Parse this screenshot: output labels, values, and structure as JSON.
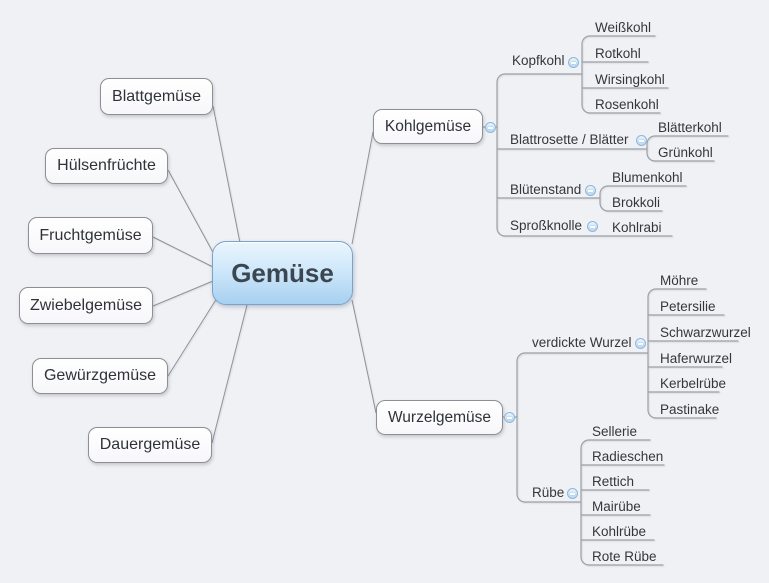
{
  "root": {
    "label": "Gemüse"
  },
  "left": [
    {
      "label": "Blattgemüse"
    },
    {
      "label": "Hülsenfrüchte"
    },
    {
      "label": "Fruchtgemüse"
    },
    {
      "label": "Zwiebelgemüse"
    },
    {
      "label": "Gewürzgemüse"
    },
    {
      "label": "Dauergemüse"
    }
  ],
  "kohl": {
    "label": "Kohlgemüse",
    "groups": [
      {
        "label": "Kopfkohl",
        "children": [
          "Weißkohl",
          "Rotkohl",
          "Wirsingkohl",
          "Rosenkohl"
        ]
      },
      {
        "label": "Blattrosette / Blätter",
        "children": [
          "Blätterkohl",
          "Grünkohl"
        ]
      },
      {
        "label": "Blütenstand",
        "children": [
          "Blumenkohl",
          "Brokkoli"
        ]
      },
      {
        "label": "Sproßknolle",
        "children": [
          "Kohlrabi"
        ]
      }
    ]
  },
  "wurzel": {
    "label": "Wurzelgemüse",
    "groups": [
      {
        "label": "verdickte Wurzel",
        "children": [
          "Möhre",
          "Petersilie",
          "Schwarzwurzel",
          "Haferwurzel",
          "Kerbelrübe",
          "Pastinake"
        ]
      },
      {
        "label": "Rübe",
        "children": [
          "Sellerie",
          "Radieschen",
          "Rettich",
          "Mairübe",
          "Kohlrübe",
          "Rote Rübe"
        ]
      }
    ]
  },
  "icons": {
    "collapse_glyph": "collapse-minus"
  },
  "colors": {
    "background": "#f0f1f5",
    "root_fill_top": "#eaf5fd",
    "root_fill_bottom": "#a7d0f0",
    "root_border": "#79a3ca",
    "line": "#9aa0a6",
    "text": "#33373b"
  }
}
